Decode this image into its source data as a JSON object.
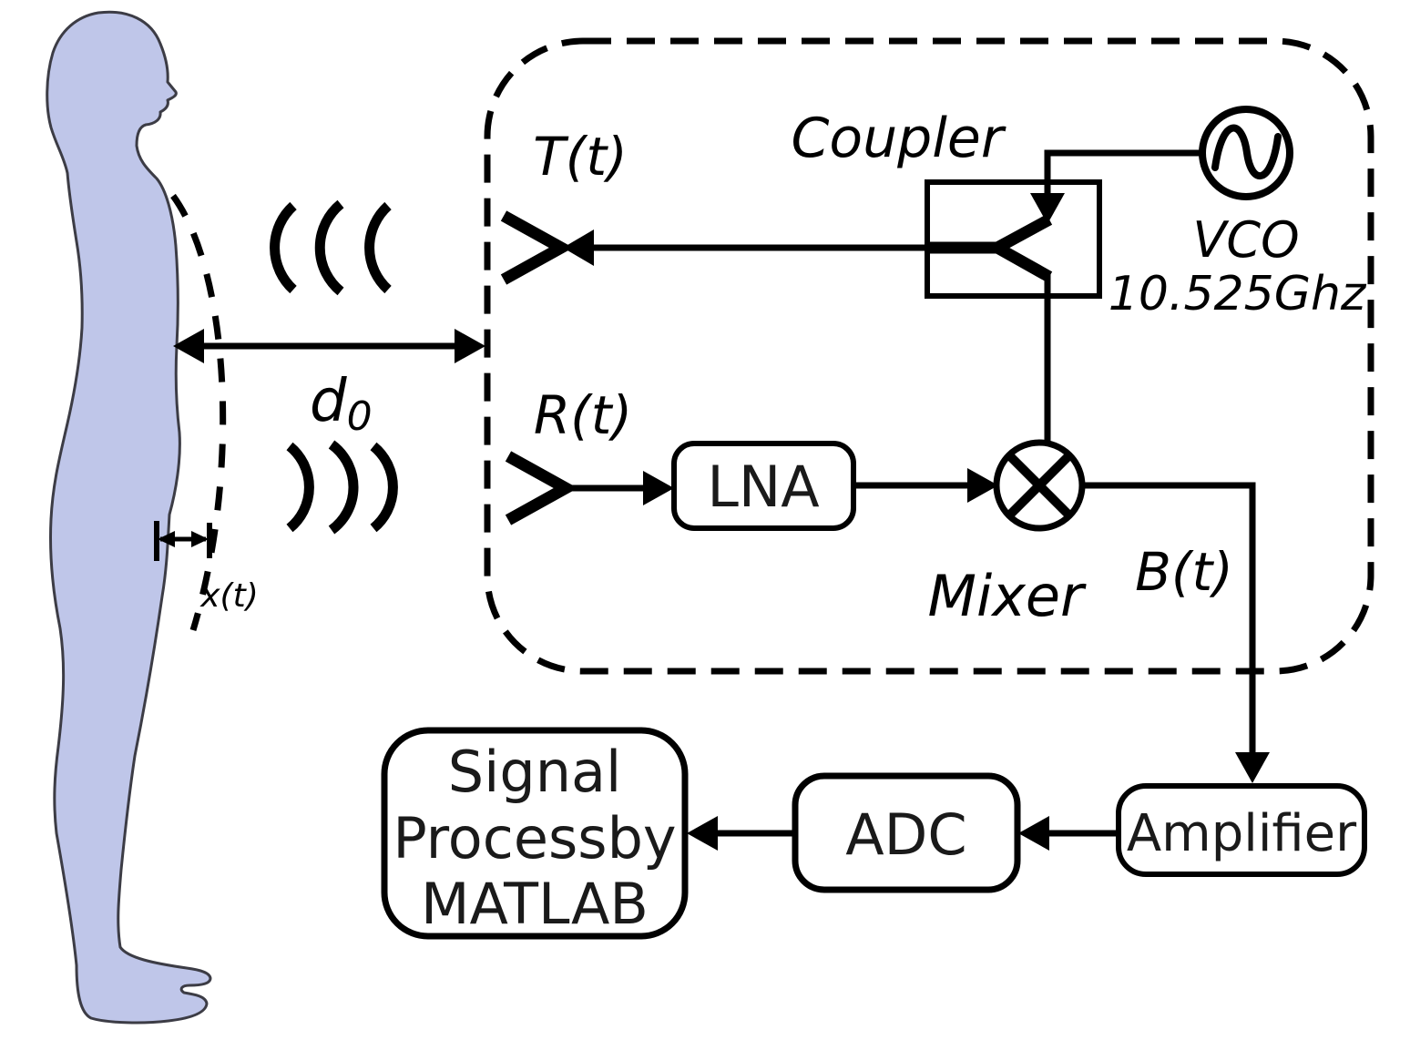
{
  "figure": {
    "background": "#ffffff",
    "line_color": "#000000",
    "body_fill": "#bfc6e9",
    "body_stroke": "#3c3c45"
  },
  "labels": {
    "tx_signal": "T(t)",
    "rx_signal": "R(t)",
    "coupler": "Coupler",
    "vco_name": "VCO",
    "vco_freq": "10.525Ghz",
    "lna": "LNA",
    "mixer": "Mixer",
    "baseband": "B(t)",
    "amplifier": "Amplifier",
    "adc": "ADC",
    "dsp_line1": "Signal",
    "dsp_line2": "Processby",
    "dsp_line3": "MATLAB",
    "distance_base": "d",
    "distance_sub": "0",
    "displacement": "x(t)"
  }
}
